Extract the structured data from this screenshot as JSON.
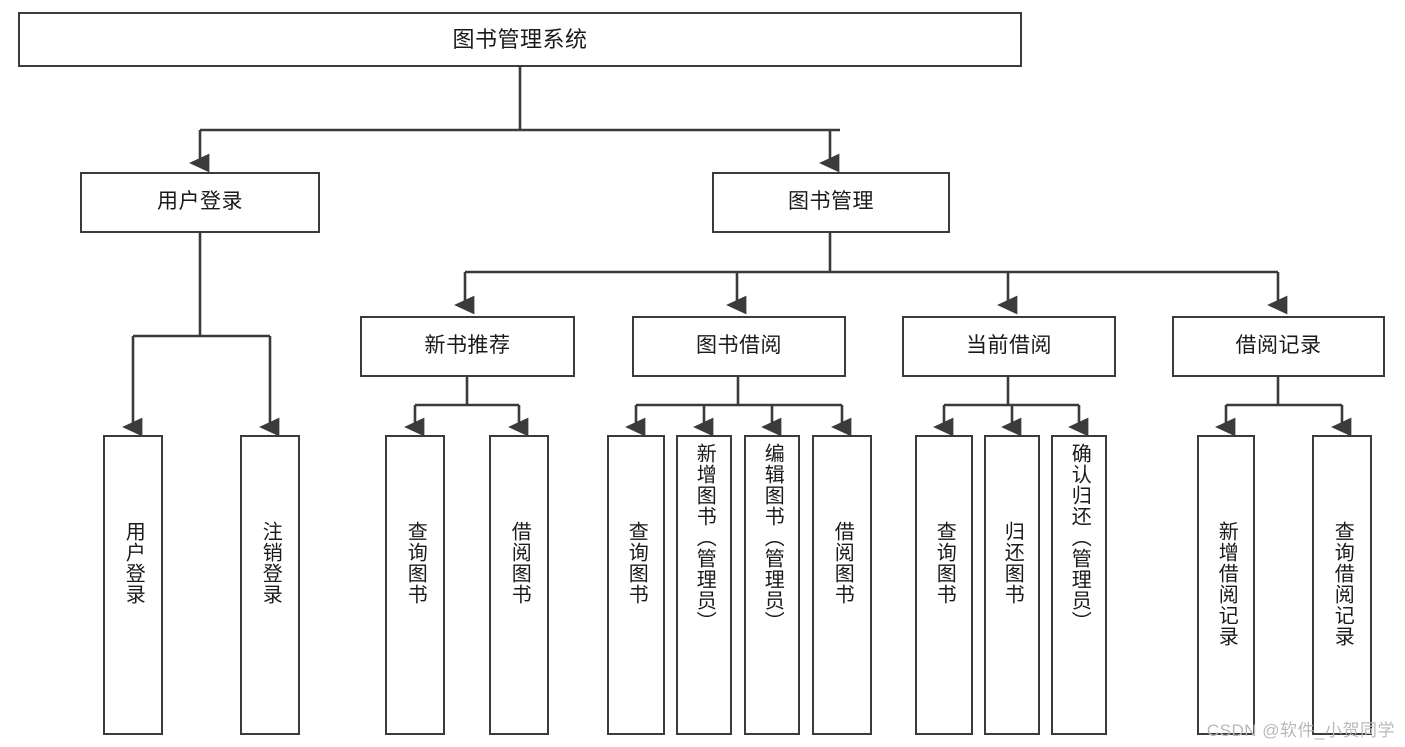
{
  "diagram": {
    "title": "图书管理系统",
    "type": "tree-hierarchy",
    "root": {
      "label": "图书管理系统"
    },
    "level1": [
      {
        "id": "user-login",
        "label": "用户登录"
      },
      {
        "id": "book-management",
        "label": "图书管理"
      }
    ],
    "level2": [
      {
        "id": "new-book-recommend",
        "label": "新书推荐",
        "parent": "book-management"
      },
      {
        "id": "book-borrow",
        "label": "图书借阅",
        "parent": "book-management"
      },
      {
        "id": "current-borrow",
        "label": "当前借阅",
        "parent": "book-management"
      },
      {
        "id": "borrow-record",
        "label": "借阅记录",
        "parent": "book-management"
      }
    ],
    "leaves": [
      {
        "id": "leaf-user-login",
        "label": "用户登录",
        "parent": "user-login"
      },
      {
        "id": "leaf-logout-login",
        "label": "注销登录",
        "parent": "user-login"
      },
      {
        "id": "leaf-query-book-1",
        "label": "查询图书",
        "parent": "new-book-recommend"
      },
      {
        "id": "leaf-borrow-book-1",
        "label": "借阅图书",
        "parent": "new-book-recommend"
      },
      {
        "id": "leaf-query-book-2",
        "label": "查询图书",
        "parent": "book-borrow"
      },
      {
        "id": "leaf-add-book",
        "label": "新增图书（管理员）",
        "parent": "book-borrow"
      },
      {
        "id": "leaf-edit-book",
        "label": "编辑图书（管理员）",
        "parent": "book-borrow"
      },
      {
        "id": "leaf-borrow-book-2",
        "label": "借阅图书",
        "parent": "book-borrow"
      },
      {
        "id": "leaf-query-book-3",
        "label": "查询图书",
        "parent": "current-borrow"
      },
      {
        "id": "leaf-return-book",
        "label": "归还图书",
        "parent": "current-borrow"
      },
      {
        "id": "leaf-confirm-return",
        "label": "确认归还（管理员）",
        "parent": "current-borrow"
      },
      {
        "id": "leaf-add-record",
        "label": "新增借阅记录",
        "parent": "borrow-record"
      },
      {
        "id": "leaf-query-record",
        "label": "查询借阅记录",
        "parent": "borrow-record"
      }
    ],
    "colors": {
      "stroke": "#3b3b3b",
      "background": "#ffffff",
      "text": "#1a1a1a",
      "watermark": "#b9b9b9"
    }
  },
  "watermark": {
    "text": "CSDN @软件_小贺同学"
  }
}
